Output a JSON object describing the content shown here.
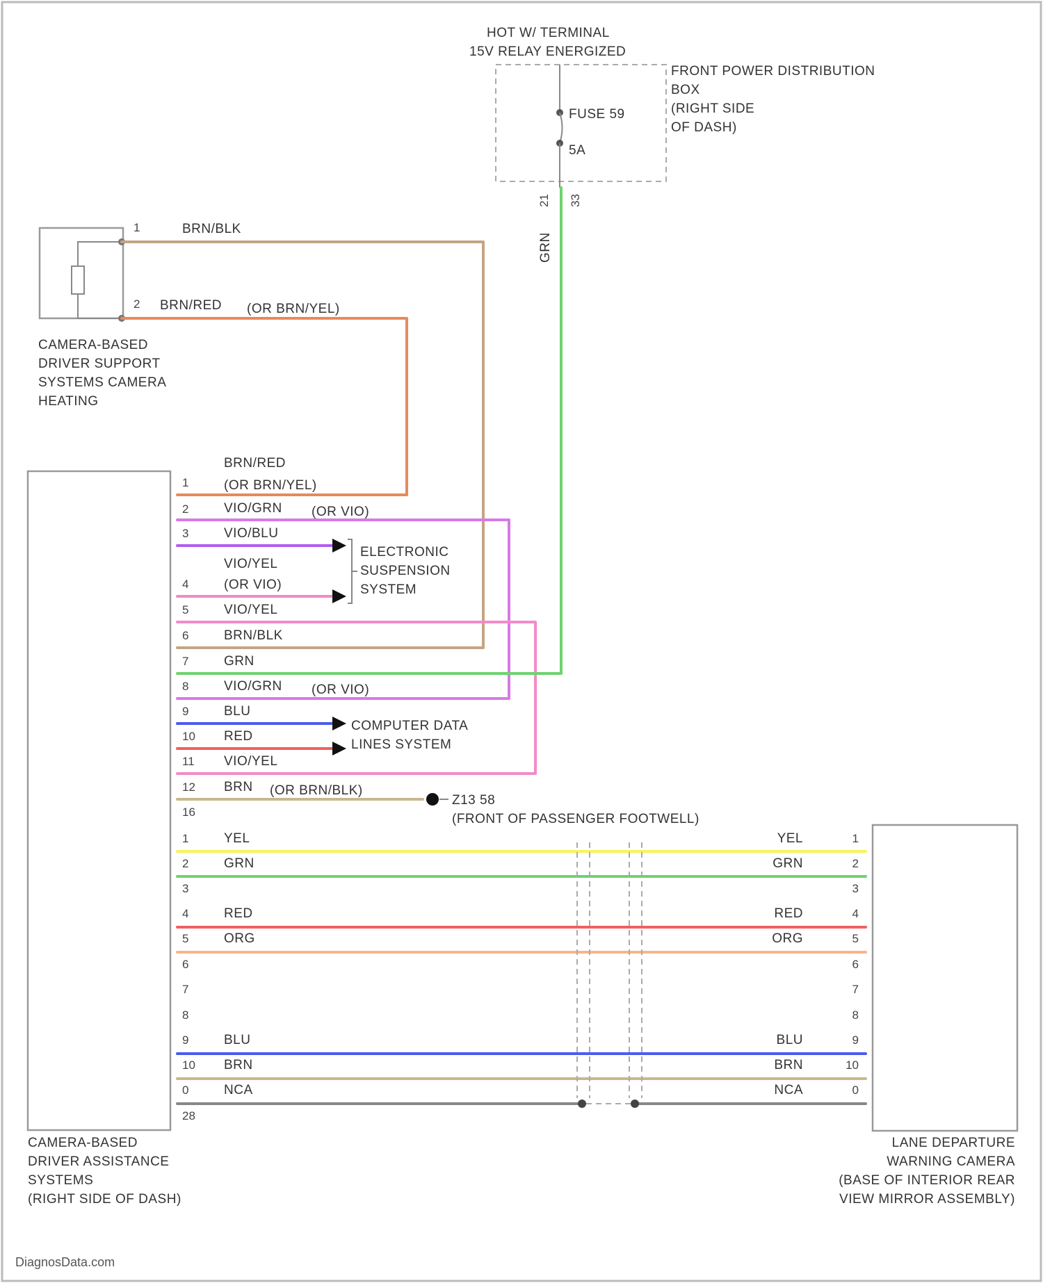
{
  "colors": {
    "BRN_BLK": "#c4a583",
    "BRN_RED": "#e8895c",
    "VIO_GRN": "#d77ae6",
    "VIO_BLU": "#b35cf0",
    "VIO_YEL": "#f28bc8",
    "GRN": "#6fd36f",
    "BLU": "#4a5cf0",
    "RED": "#f06060",
    "BRN": "#c8b890",
    "YEL": "#f6f35a",
    "ORG": "#f8b58a",
    "NCA": "#888888"
  },
  "top": {
    "hot_line1": "HOT W/ TERMINAL",
    "hot_line2": "15V RELAY ENERGIZED",
    "box_line1": "FRONT POWER DISTRIBUTION",
    "box_line2": "BOX",
    "box_line3": "(RIGHT SIDE",
    "box_line4": "OF DASH)",
    "fuse": "FUSE 59",
    "amps": "5A",
    "pin_left": "21",
    "pin_right": "33",
    "wire": "GRN"
  },
  "heater": {
    "pin1": "1",
    "pin2": "2",
    "wire1": "BRN/BLK",
    "wire2": "BRN/RED",
    "wire2_alt": "(OR BRN/YEL)",
    "line1": "CAMERA-BASED",
    "line2": "DRIVER SUPPORT",
    "line3": "SYSTEMS CAMERA",
    "line4": "HEATING"
  },
  "left_module": {
    "line1": "CAMERA-BASED",
    "line2": "DRIVER ASSISTANCE",
    "line3": "SYSTEMS",
    "line4": "(RIGHT SIDE OF DASH)"
  },
  "upper_pins": [
    {
      "pin": "1",
      "wire": "BRN/RED",
      "alt": "(OR BRN/YEL)"
    },
    {
      "pin": "2",
      "wire": "VIO/GRN",
      "alt": "(OR VIO)"
    },
    {
      "pin": "3",
      "wire": "VIO/BLU",
      "alt": ""
    },
    {
      "pin": "4",
      "wire": "VIO/YEL",
      "alt": "(OR VIO)"
    },
    {
      "pin": "5",
      "wire": "VIO/YEL",
      "alt": ""
    },
    {
      "pin": "6",
      "wire": "BRN/BLK",
      "alt": ""
    },
    {
      "pin": "7",
      "wire": "GRN",
      "alt": ""
    },
    {
      "pin": "8",
      "wire": "VIO/GRN",
      "alt": "(OR VIO)"
    },
    {
      "pin": "9",
      "wire": "BLU",
      "alt": ""
    },
    {
      "pin": "10",
      "wire": "RED",
      "alt": ""
    },
    {
      "pin": "11",
      "wire": "VIO/YEL",
      "alt": ""
    },
    {
      "pin": "12",
      "wire": "BRN",
      "alt": "(OR BRN/BLK)"
    },
    {
      "pin": "16",
      "wire": "",
      "alt": ""
    }
  ],
  "suspension": {
    "line1": "ELECTRONIC",
    "line2": "SUSPENSION",
    "line3": "SYSTEM"
  },
  "data_lines": {
    "line1": "COMPUTER DATA",
    "line2": "LINES SYSTEM"
  },
  "ground": {
    "name": "Z13 58",
    "location": "(FRONT OF PASSENGER FOOTWELL)"
  },
  "lower_pins": [
    {
      "lpin": "1",
      "wire": "YEL",
      "rpin": "1"
    },
    {
      "lpin": "2",
      "wire": "GRN",
      "rpin": "2"
    },
    {
      "lpin": "3",
      "wire": "",
      "rpin": "3"
    },
    {
      "lpin": "4",
      "wire": "RED",
      "rpin": "4"
    },
    {
      "lpin": "5",
      "wire": "ORG",
      "rpin": "5"
    },
    {
      "lpin": "6",
      "wire": "",
      "rpin": "6"
    },
    {
      "lpin": "7",
      "wire": "",
      "rpin": "7"
    },
    {
      "lpin": "8",
      "wire": "",
      "rpin": "8"
    },
    {
      "lpin": "9",
      "wire": "BLU",
      "rpin": "9"
    },
    {
      "lpin": "10",
      "wire": "BRN",
      "rpin": "10"
    },
    {
      "lpin": "0",
      "wire": "NCA",
      "rpin": "0"
    },
    {
      "lpin": "28",
      "wire": "",
      "rpin": ""
    }
  ],
  "right_module": {
    "line1": "LANE DEPARTURE",
    "line2": "WARNING CAMERA",
    "line3": "(BASE OF INTERIOR REAR",
    "line4": "VIEW MIRROR ASSEMBLY)"
  },
  "footer": "DiagnosData.com"
}
